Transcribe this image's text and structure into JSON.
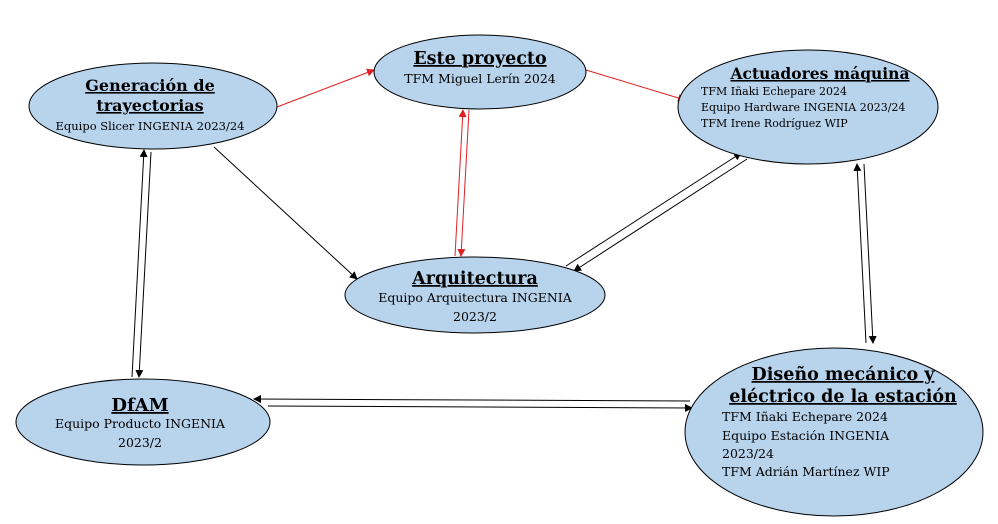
{
  "colors": {
    "node_fill": "#b8d3ec",
    "node_stroke": "#000000",
    "edge_black": "#000000",
    "edge_red": "#e02020"
  },
  "nodes": {
    "generacion": {
      "title_lines": [
        "Generación de",
        "trayectorias"
      ],
      "body_lines": [
        "Equipo Slicer INGENIA 2023/24"
      ]
    },
    "este_proyecto": {
      "title_lines": [
        "Este proyecto"
      ],
      "body_lines": [
        "TFM Miguel Lerín 2024"
      ]
    },
    "actuadores": {
      "title_lines": [
        "Actuadores máquina"
      ],
      "body_lines": [
        "TFM Iñaki Echepare 2024",
        "Equipo Hardware INGENIA 2023/24",
        "TFM Irene Rodríguez WIP"
      ]
    },
    "arquitectura": {
      "title_lines": [
        "Arquitectura"
      ],
      "body_lines": [
        "Equipo Arquitectura INGENIA",
        "2023/2"
      ]
    },
    "dfam": {
      "title_lines": [
        "DfAM"
      ],
      "body_lines": [
        "Equipo Producto INGENIA",
        "2023/2"
      ]
    },
    "diseno": {
      "title_lines": [
        "Diseño mecánico y",
        "eléctrico de la estación"
      ],
      "body_lines": [
        "TFM Iñaki Echepare 2024",
        "Equipo Estación INGENIA",
        "2023/24",
        "TFM Adrián Martínez WIP"
      ]
    }
  },
  "edges": [
    {
      "from": "generacion",
      "to": "este_proyecto",
      "color": "red",
      "direction": "forward"
    },
    {
      "from": "este_proyecto",
      "to": "actuadores",
      "color": "red",
      "direction": "forward"
    },
    {
      "from": "este_proyecto",
      "to": "arquitectura",
      "color": "red",
      "direction": "bidirectional"
    },
    {
      "from": "generacion",
      "to": "arquitectura",
      "color": "black",
      "direction": "forward"
    },
    {
      "from": "arquitectura",
      "to": "actuadores",
      "color": "black",
      "direction": "bidirectional"
    },
    {
      "from": "generacion",
      "to": "dfam",
      "color": "black",
      "direction": "bidirectional"
    },
    {
      "from": "actuadores",
      "to": "diseno",
      "color": "black",
      "direction": "bidirectional"
    },
    {
      "from": "dfam",
      "to": "diseno",
      "color": "black",
      "direction": "bidirectional"
    }
  ]
}
